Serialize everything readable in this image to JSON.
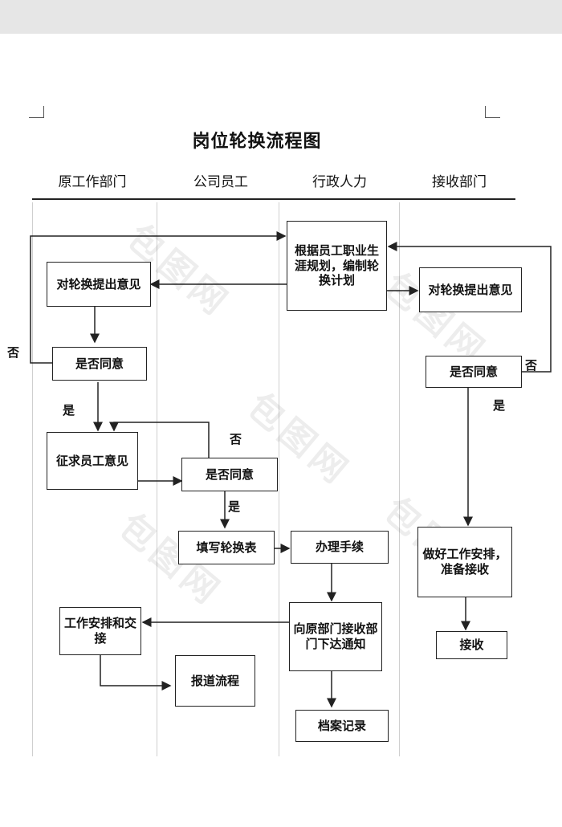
{
  "title": "岗位轮换流程图",
  "lanes": [
    "原工作部门",
    "公司员工",
    "行政人力",
    "接收部门"
  ],
  "nodes": {
    "plan": "根据员工职业生涯规划，编制轮换计划",
    "orig_opinion": "对轮换提出意见",
    "recv_opinion": "对轮换提出意见",
    "orig_agree": "是否同意",
    "recv_agree": "是否同意",
    "solicit": "征求员工意见",
    "emp_agree": "是否同意",
    "fill_form": "填写轮换表",
    "procedures": "办理手续",
    "notify": "向原部门接收部门下达通知",
    "handover": "工作安排和交接",
    "report": "报道流程",
    "archive": "档案记录",
    "prepare": "做好工作安排，准备接收",
    "receive": "接收"
  },
  "labels": {
    "no_left": "否",
    "yes_left": "是",
    "no_mid": "否",
    "yes_mid": "是",
    "no_right": "否",
    "yes_right": "是"
  },
  "watermark": "包图网"
}
